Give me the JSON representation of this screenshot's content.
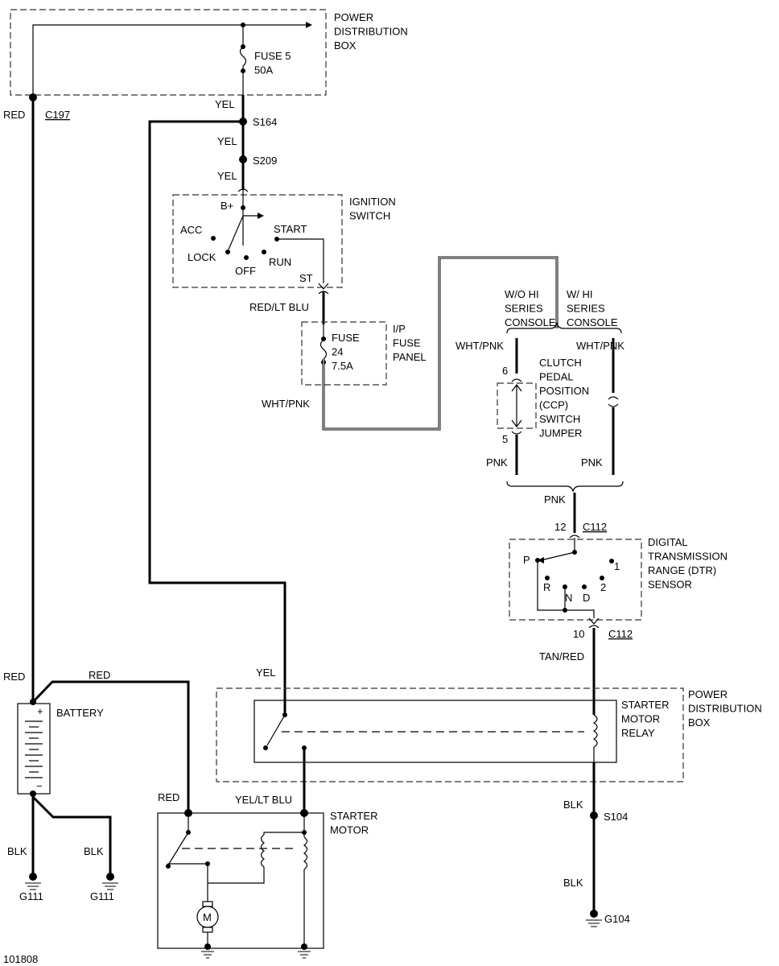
{
  "components": {
    "pdb_top": "POWER\nDISTRIBUTION\nBOX",
    "pdb_bottom": "POWER\nDISTRIBUTION\nBOX",
    "fuse5": "FUSE 5\n50A",
    "ignition_switch": "IGNITION\nSWITCH",
    "ip_fuse_panel": "I/P\nFUSE\nPANEL",
    "fuse24": "FUSE\n24\n7.5A",
    "ccp_switch": "CLUTCH\nPEDAL\nPOSITION\n(CCP)\nSWITCH\nJUMPER",
    "dtr_sensor": "DIGITAL\nTRANSMISSION\nRANGE (DTR)\nSENSOR",
    "starter_relay": "STARTER\nMOTOR\nRELAY",
    "battery": "BATTERY",
    "starter_motor": "STARTER\nMOTOR",
    "motor_symbol": "M",
    "console_without": "W/O HI\nSERIES\nCONSOLE",
    "console_with": "W/ HI\nSERIES\nCONSOLE"
  },
  "switch_positions": {
    "bplus": "B+",
    "acc": "ACC",
    "start": "START",
    "lock": "LOCK",
    "run": "RUN",
    "off": "OFF",
    "st": "ST"
  },
  "dtr_positions": {
    "p": "P",
    "r": "R",
    "n": "N",
    "d": "D",
    "two": "2",
    "one": "1"
  },
  "wires": {
    "red": "RED",
    "yel": "YEL",
    "red_lt_blu": "RED/LT BLU",
    "wht_pnk": "WHT/PNK",
    "pnk": "PNK",
    "tan_red": "TAN/RED",
    "blk": "BLK",
    "yel_lt_blu": "YEL/LT BLU"
  },
  "connectors": {
    "c197": "C197",
    "s164": "S164",
    "s209": "S209",
    "c112": "C112",
    "pin12": "12",
    "pin10": "10",
    "pin6": "6",
    "pin5": "5",
    "s104": "S104",
    "battery_plus": "+",
    "battery_minus": "−"
  },
  "grounds": {
    "g111": "G111",
    "g104": "G104"
  },
  "figure_id": "101808"
}
